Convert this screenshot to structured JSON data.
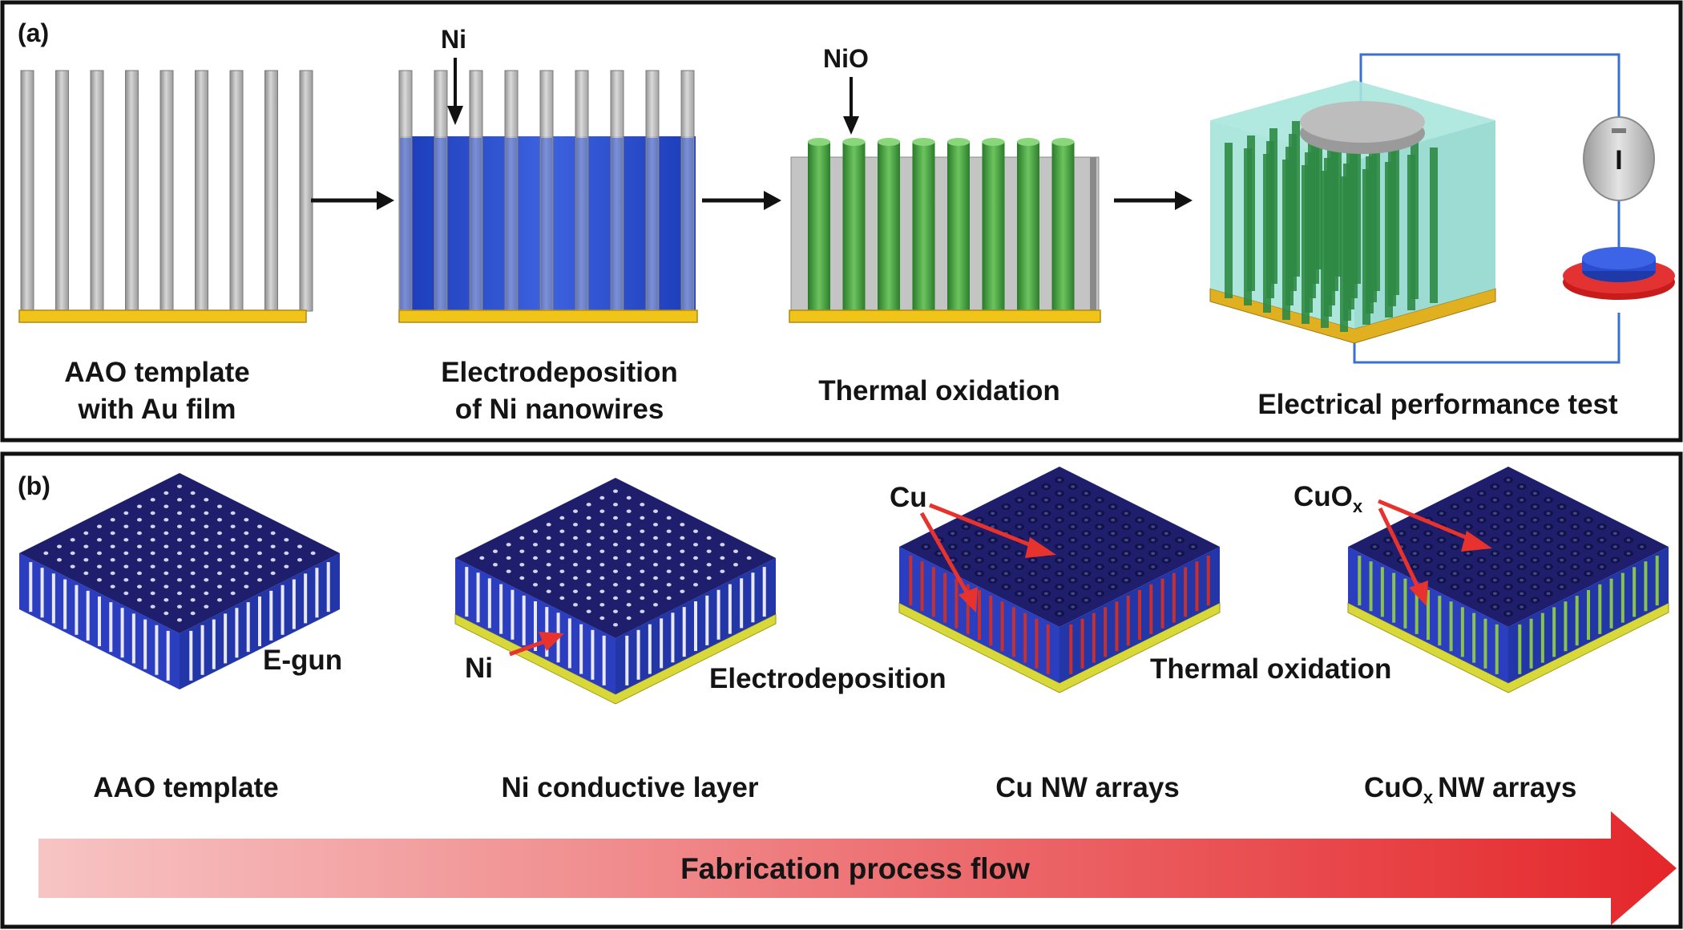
{
  "panel_a": {
    "tag": "(a)",
    "steps": [
      {
        "line1": "AAO template",
        "line2": "with Au film"
      },
      {
        "line1": "Electrodeposition",
        "line2": "of Ni nanowires"
      },
      {
        "line1": "Thermal oxidation",
        "line2": ""
      },
      {
        "line1": "Electrical performance test",
        "line2": ""
      }
    ],
    "labels": {
      "ni": "Ni",
      "nio": "NiO",
      "meter": "I"
    }
  },
  "panel_b": {
    "tag": "(b)",
    "stage_labels": [
      "AAO template",
      "Ni conductive layer",
      "Cu NW arrays",
      "CuO",
      "NW arrays"
    ],
    "stage_label_sub": "x",
    "process_labels": {
      "egun": "E-gun",
      "electro": "Electrodeposition",
      "thermal": "Thermal oxidation"
    },
    "pointer_labels": {
      "ni": "Ni",
      "cu": "Cu",
      "cuox": "CuO",
      "cuox_sub": "x"
    },
    "flow_label": "Fabrication process flow"
  },
  "colors": {
    "template_gray": "#b4b4b4",
    "gold": "#f0c419",
    "nickel_blue": "#2244c8",
    "nio_green": "#3f9a3b",
    "aao_block": "#1f1f6e",
    "arrow_red": "#e8322e",
    "frame": "#111111"
  }
}
